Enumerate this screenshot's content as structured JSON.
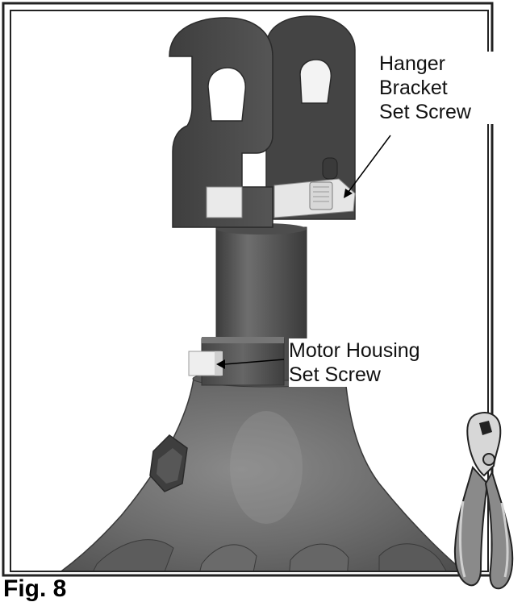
{
  "callouts": {
    "hanger_bracket_set_screw": [
      "Hanger",
      "Bracket",
      "Set Screw"
    ],
    "motor_housing_set_screw": [
      "Motor Housing",
      "Set Screw"
    ]
  },
  "caption": "Fig. 8",
  "icons": {
    "tool": "pliers-icon"
  },
  "colors": {
    "frame": "#222222",
    "part_dark": "#4a4a4a",
    "part_mid": "#6b6b6b",
    "part_light": "#8c8c8c",
    "screw_block": "#e8e8e8"
  }
}
